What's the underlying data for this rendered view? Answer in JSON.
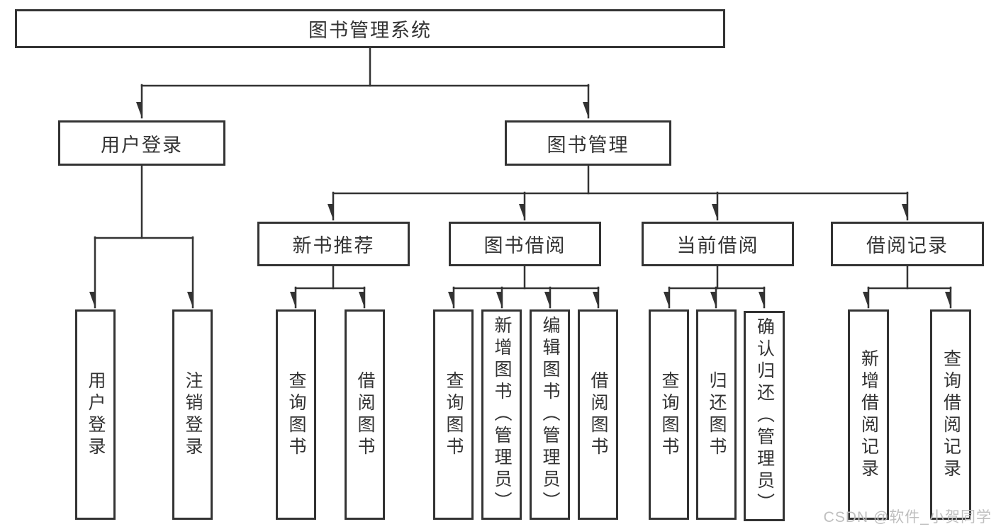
{
  "diagram": {
    "title": "图书管理系统",
    "root": {
      "label": "图书管理系统"
    },
    "level2": [
      {
        "label": "用户登录"
      },
      {
        "label": "图书管理"
      }
    ],
    "level3": [
      {
        "label": "新书推荐"
      },
      {
        "label": "图书借阅"
      },
      {
        "label": "当前借阅"
      },
      {
        "label": "借阅记录"
      }
    ],
    "leaves": [
      {
        "label": "用户登录"
      },
      {
        "label": "注销登录"
      },
      {
        "label": "查询图书"
      },
      {
        "label": "借阅图书"
      },
      {
        "label": "查询图书"
      },
      {
        "label": "新增图书（管理员）"
      },
      {
        "label": "编辑图书（管理员）"
      },
      {
        "label": "借阅图书"
      },
      {
        "label": "查询图书"
      },
      {
        "label": "归还图书"
      },
      {
        "label": "确认归还（管理员）"
      },
      {
        "label": "新增借阅记录"
      },
      {
        "label": "查询借阅记录"
      }
    ],
    "line_color": "#333333",
    "box_border_color": "#333333",
    "text_color": "#333333"
  },
  "watermark": {
    "text": "CSDN @软件_小贺同学"
  }
}
